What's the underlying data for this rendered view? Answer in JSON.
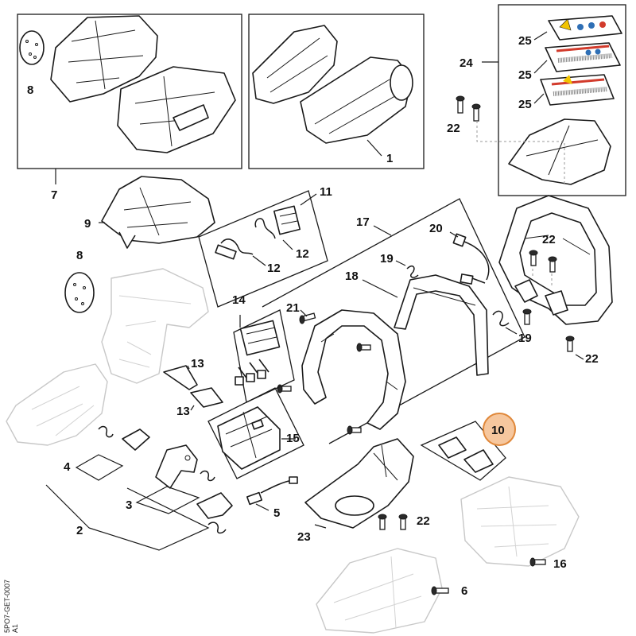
{
  "callouts": {
    "c1": "1",
    "c2": "2",
    "c3": "3",
    "c4": "4",
    "c5": "5",
    "c6": "6",
    "c7": "7",
    "c8a": "8",
    "c8b": "8",
    "c9": "9",
    "c10": "10",
    "c11": "11",
    "c12a": "12",
    "c12b": "12",
    "c13a": "13",
    "c13b": "13",
    "c14": "14",
    "c15": "15",
    "c16": "16",
    "c17": "17",
    "c18": "18",
    "c19a": "19",
    "c19b": "19",
    "c20": "20",
    "c21": "21",
    "c22a": "22",
    "c22b": "22",
    "c22c": "22",
    "c22d": "22",
    "c23": "23",
    "c24": "24",
    "c25a": "25",
    "c25b": "25",
    "c25c": "25"
  },
  "drawing_code": "5PO7-GET-0007",
  "drawing_code_suffix": "A1",
  "colors": {
    "line": "#1a1a1a",
    "ghost": "#c8c8c8",
    "highlight_fill": "#f6c79e",
    "highlight_stroke": "#e0883a"
  }
}
